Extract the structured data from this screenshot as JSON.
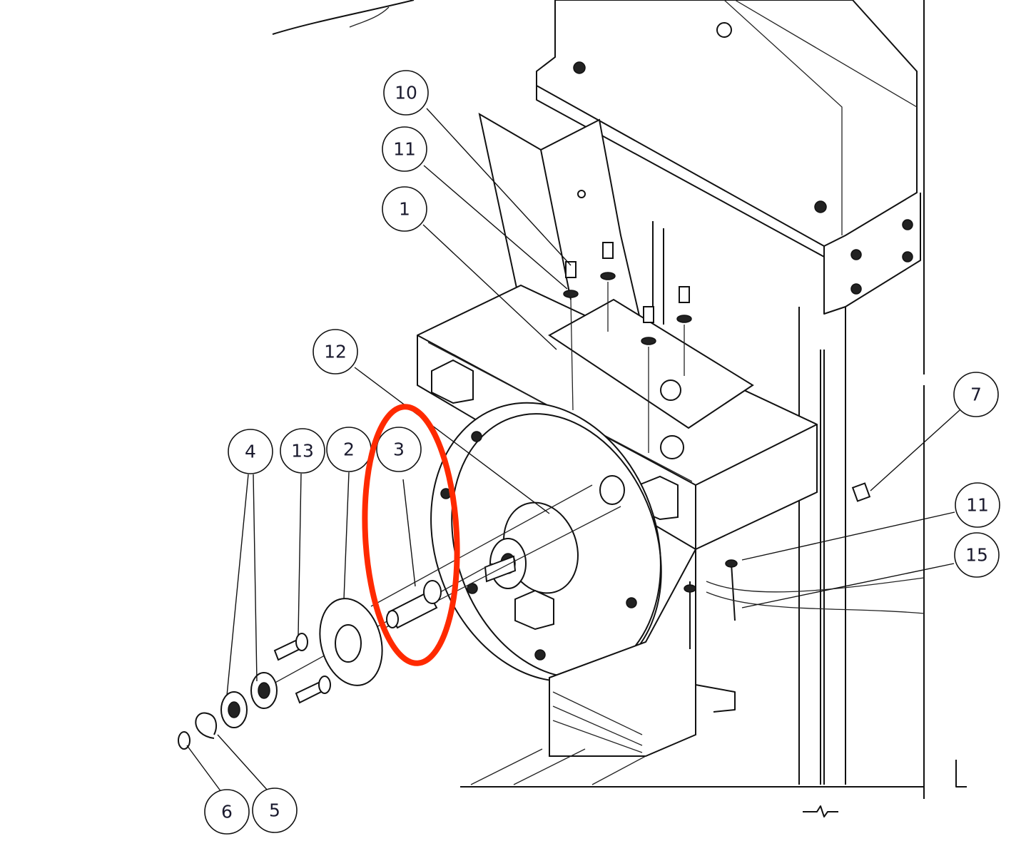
{
  "diagram": {
    "type": "exploded parts assembly drawing",
    "highlight_color": "#ff2a00",
    "highlighted_part": "3",
    "balloons": [
      {
        "id": "b10",
        "label": "10"
      },
      {
        "id": "b11a",
        "label": "11"
      },
      {
        "id": "b1",
        "label": "1"
      },
      {
        "id": "b12",
        "label": "12"
      },
      {
        "id": "b4",
        "label": "4"
      },
      {
        "id": "b13",
        "label": "13"
      },
      {
        "id": "b2",
        "label": "2"
      },
      {
        "id": "b3",
        "label": "3"
      },
      {
        "id": "b7",
        "label": "7"
      },
      {
        "id": "b11b",
        "label": "11"
      },
      {
        "id": "b15",
        "label": "15"
      },
      {
        "id": "b6",
        "label": "6"
      },
      {
        "id": "b5",
        "label": "5"
      }
    ]
  }
}
